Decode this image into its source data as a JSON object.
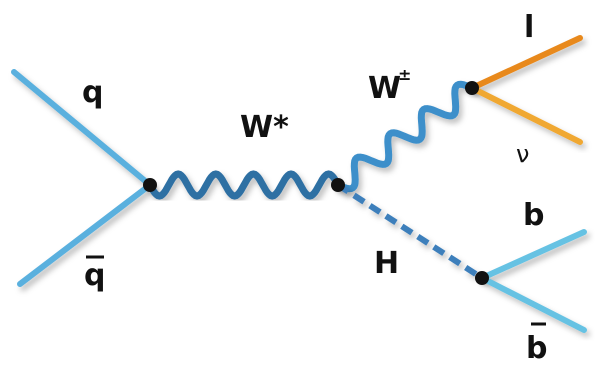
{
  "diagram": {
    "labels": {
      "q": "q",
      "qbar": "q",
      "w_star": "W*",
      "w_pm": "W",
      "w_pm_sup": "±",
      "lepton": "l",
      "neutrino": "ν",
      "higgs": "H",
      "b": "b",
      "bbar": "b"
    },
    "colors": {
      "quark_line": "#5ab0de",
      "w_boson": "#2f6fa3",
      "w_pm_boson": "#3c8fca",
      "higgs_line": "#3d7fbb",
      "lepton_line": "#e8891e",
      "neutrino_line": "#f0a830",
      "b_line": "#66c2e3",
      "vertex": "#111111",
      "label": "#111111"
    }
  }
}
